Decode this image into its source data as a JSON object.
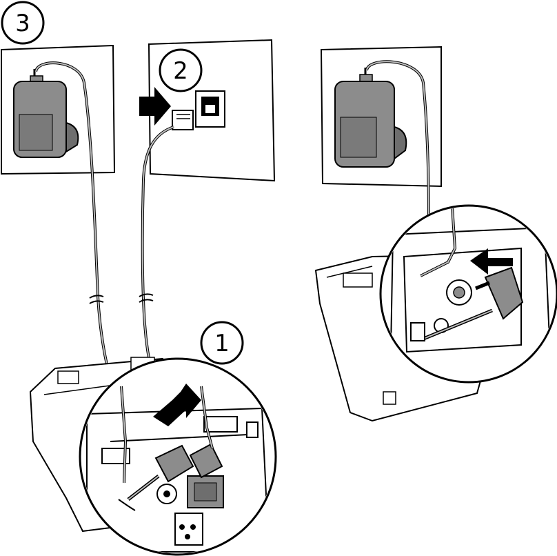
{
  "steps": [
    {
      "id": "step-1",
      "label": "1"
    },
    {
      "id": "step-2",
      "label": "2"
    },
    {
      "id": "step-3",
      "label": "3"
    }
  ],
  "colors": {
    "device": "#8c8c8c",
    "device_dark": "#6e6e6e",
    "line": "#000000",
    "cable": "#bdbdbd",
    "background": "#ffffff"
  },
  "icons": [
    "power-adapter-icon",
    "phone-jack-icon",
    "arrow-icon",
    "cable-break-icon"
  ]
}
